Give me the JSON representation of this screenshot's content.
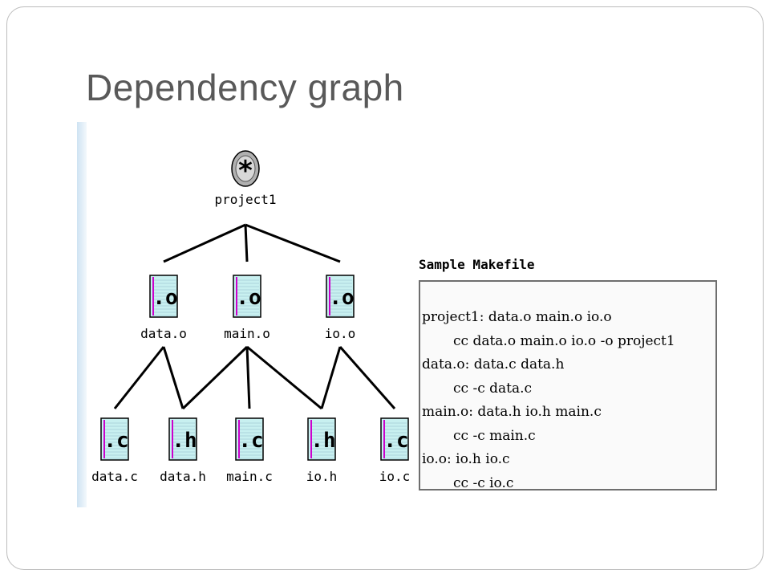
{
  "slide": {
    "title": "Dependency graph"
  },
  "graph": {
    "root": {
      "id": "project1",
      "label": "project1",
      "icon": "asterisk-target-icon"
    },
    "objects": [
      {
        "id": "data.o",
        "label": "data.o",
        "icon_text": ".o"
      },
      {
        "id": "main.o",
        "label": "main.o",
        "icon_text": ".o"
      },
      {
        "id": "io.o",
        "label": "io.o",
        "icon_text": ".o"
      }
    ],
    "sources": [
      {
        "id": "data.c",
        "label": "data.c",
        "icon_text": ".c"
      },
      {
        "id": "data.h",
        "label": "data.h",
        "icon_text": ".h"
      },
      {
        "id": "main.c",
        "label": "main.c",
        "icon_text": ".c"
      },
      {
        "id": "io.h",
        "label": "io.h",
        "icon_text": ".h"
      },
      {
        "id": "io.c",
        "label": "io.c",
        "icon_text": ".c"
      }
    ],
    "edges": [
      [
        "project1",
        "data.o"
      ],
      [
        "project1",
        "main.o"
      ],
      [
        "project1",
        "io.o"
      ],
      [
        "data.o",
        "data.c"
      ],
      [
        "data.o",
        "data.h"
      ],
      [
        "main.o",
        "data.h"
      ],
      [
        "main.o",
        "main.c"
      ],
      [
        "main.o",
        "io.h"
      ],
      [
        "io.o",
        "io.h"
      ],
      [
        "io.o",
        "io.c"
      ]
    ],
    "file_icon_colors": {
      "page": "#c8f0f0",
      "border": "#000000",
      "margin_line": "#cc00cc"
    }
  },
  "makefile": {
    "title": "Sample Makefile",
    "lines": [
      {
        "text": "project1: data.o main.o io.o",
        "indent": false
      },
      {
        "text": "cc data.o main.o io.o -o project1",
        "indent": true
      },
      {
        "text": "data.o: data.c data.h",
        "indent": false
      },
      {
        "text": "cc -c data.c",
        "indent": true
      },
      {
        "text": "main.o: data.h io.h main.c",
        "indent": false
      },
      {
        "text": "cc -c main.c",
        "indent": true
      },
      {
        "text": "io.o: io.h io.c",
        "indent": false
      },
      {
        "text": "cc -c io.c",
        "indent": true
      }
    ]
  }
}
